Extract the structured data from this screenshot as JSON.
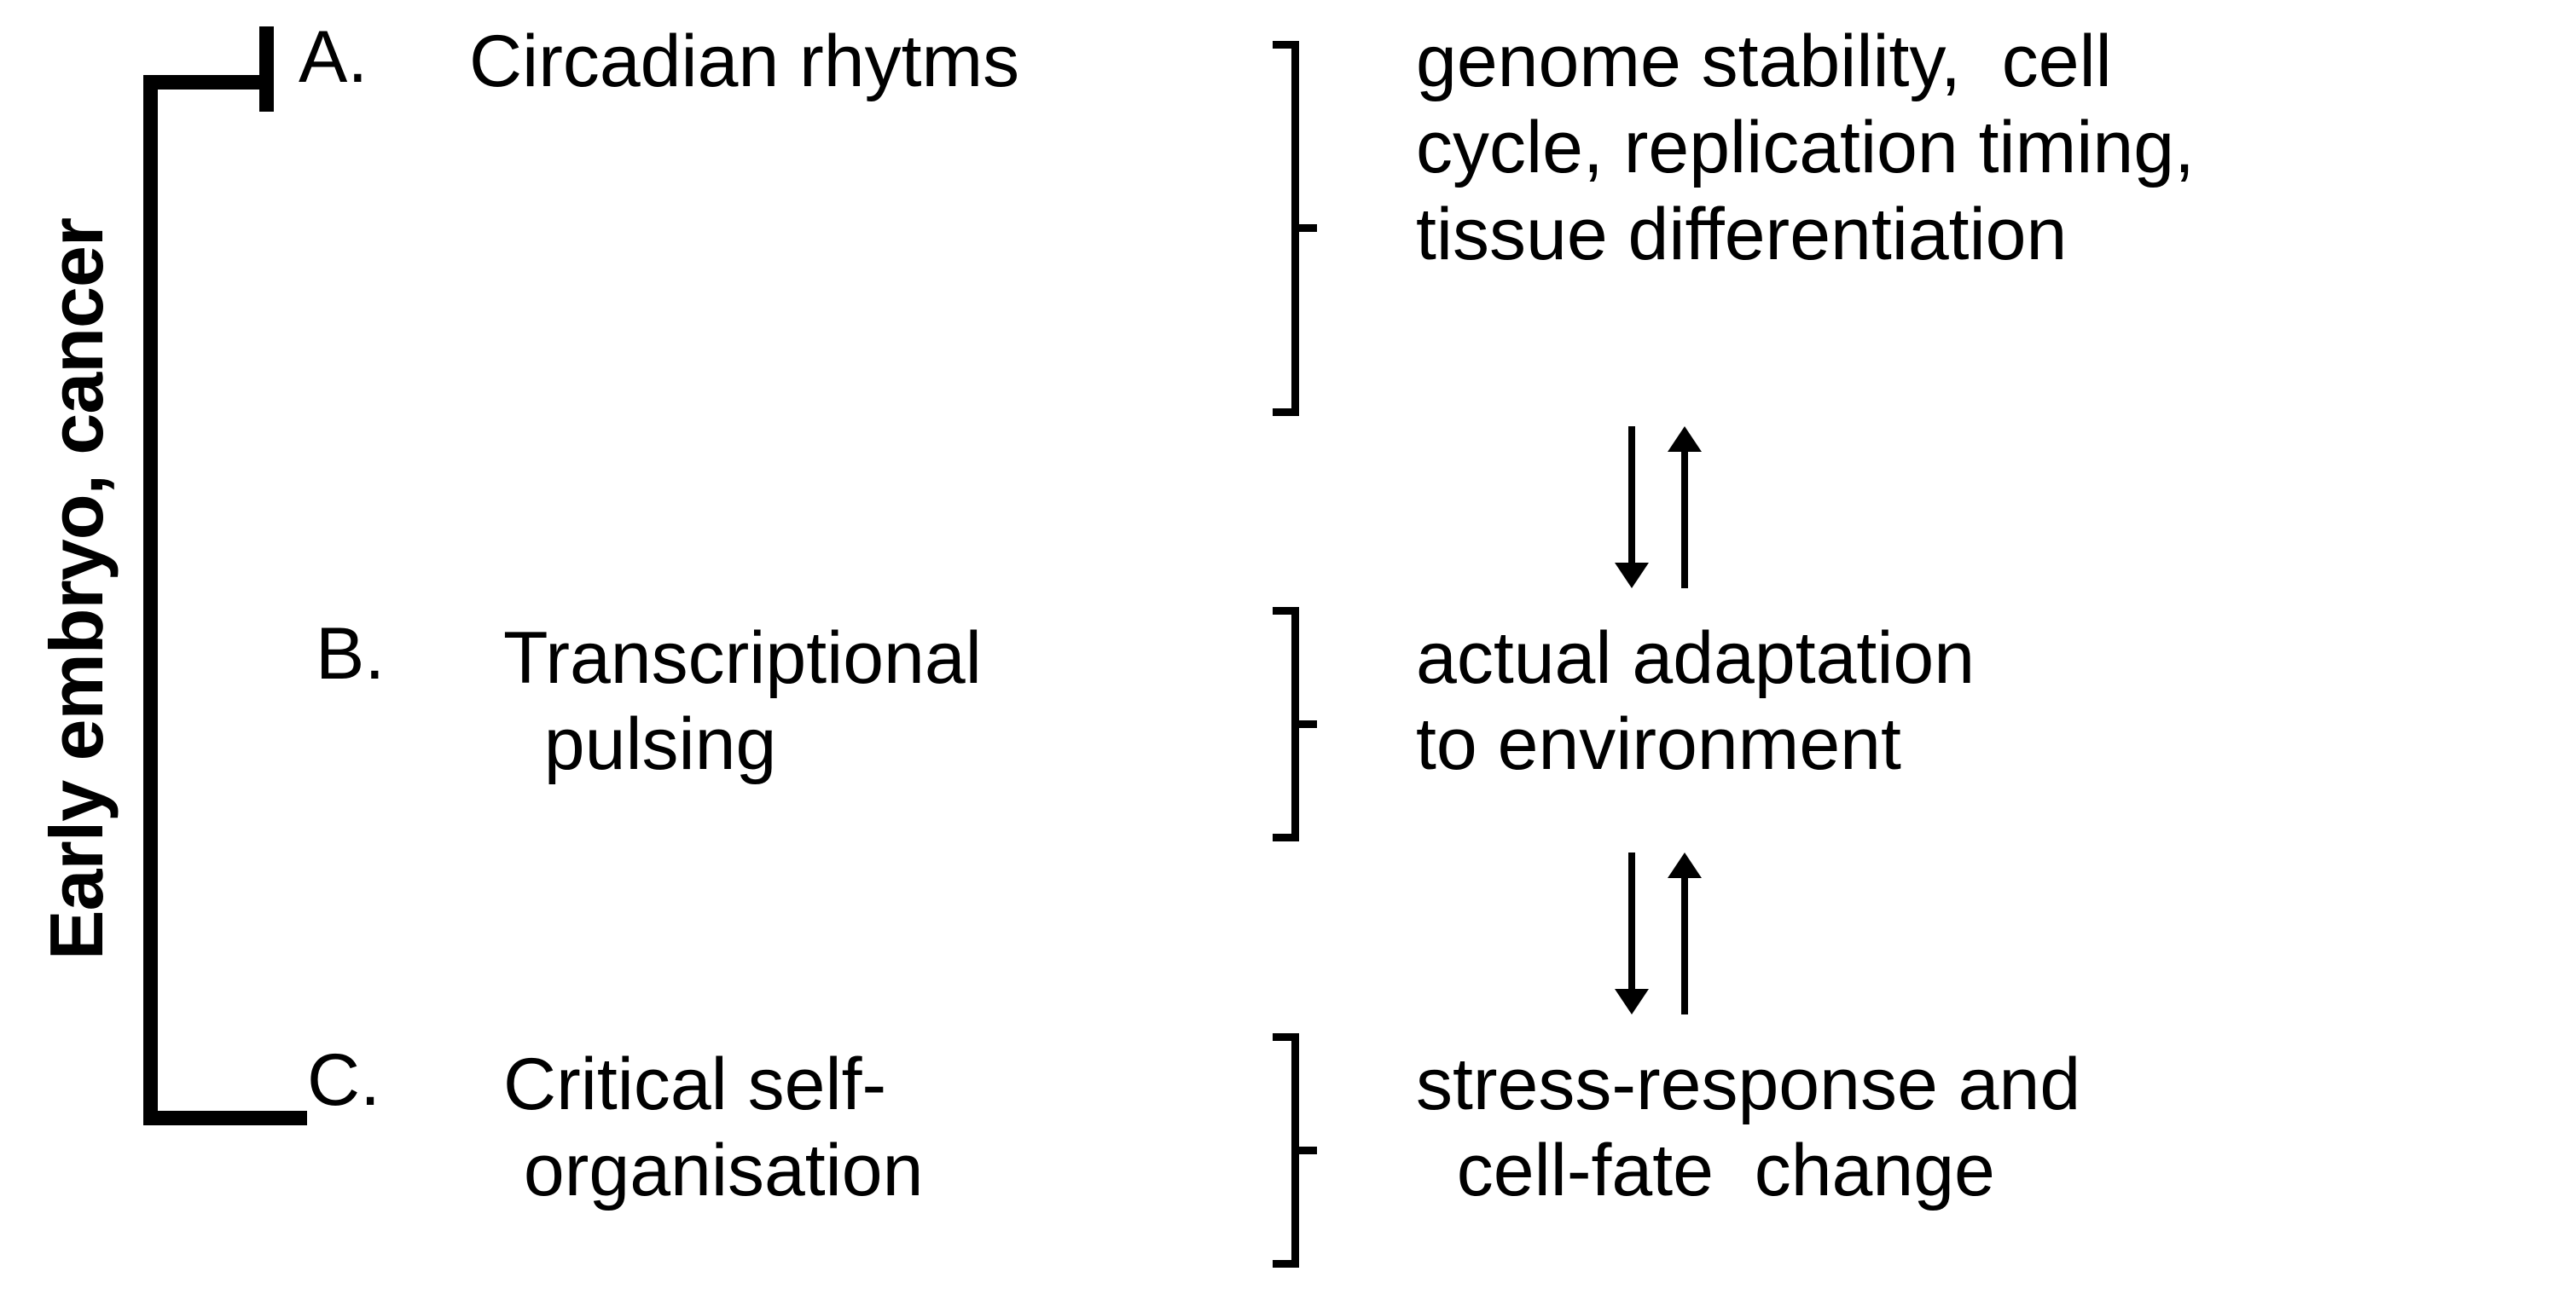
{
  "figure": {
    "side_label": "Early embryo, cancer",
    "rows": [
      {
        "letter": "A.",
        "label": "Circadian rhytms",
        "description": "genome stability,  cell\ncycle, replication timing,\ntissue differentiation"
      },
      {
        "letter": "B.",
        "label": "Transcriptional\n  pulsing",
        "description": "actual adaptation\nto environment"
      },
      {
        "letter": "C.",
        "label": "Critical self-\n organisation",
        "description": "stress-response and\n  cell-fate  change"
      }
    ],
    "connectors": {
      "brace_glyph": "}",
      "arrow_down_glyph": "↓",
      "arrow_up_glyph": "↑",
      "inhibition_glyph": "⊣"
    },
    "colors": {
      "ink": "#000000",
      "background": "#ffffff"
    }
  }
}
